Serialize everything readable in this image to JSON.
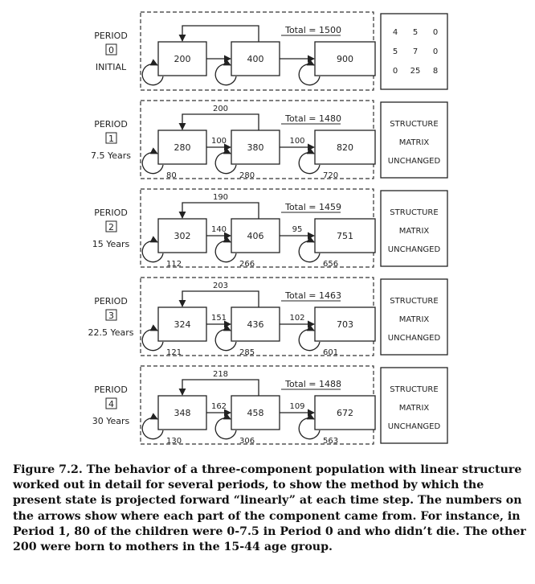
{
  "periods": [
    {
      "label": "PERIOD",
      "index": "0",
      "sub": "INITIAL",
      "total": "Total = 1500",
      "boxes": [
        "200",
        "400",
        "900"
      ],
      "top_flow": "",
      "flow_12": "",
      "flow_23": "",
      "survive_1": "",
      "survive_2": "",
      "survive_3": "",
      "matrix": {
        "type": "numbers",
        "rows": [
          [
            "4",
            "5",
            "0"
          ],
          [
            "5",
            "7",
            "0"
          ],
          [
            "0",
            "25",
            "8"
          ]
        ]
      }
    },
    {
      "label": "PERIOD",
      "index": "1",
      "sub": "7.5 Years",
      "total": "Total = 1480",
      "boxes": [
        "280",
        "380",
        "820"
      ],
      "top_flow": "200",
      "flow_12": "100",
      "flow_23": "100",
      "survive_1": "80",
      "survive_2": "280",
      "survive_3": "720",
      "matrix": {
        "type": "text",
        "lines": [
          "STRUCTURE",
          "MATRIX",
          "UNCHANGED"
        ]
      }
    },
    {
      "label": "PERIOD",
      "index": "2",
      "sub": "15 Years",
      "total": "Total = 1459",
      "boxes": [
        "302",
        "406",
        "751"
      ],
      "top_flow": "190",
      "flow_12": "140",
      "flow_23": "95",
      "survive_1": "112",
      "survive_2": "266",
      "survive_3": "656",
      "matrix": {
        "type": "text",
        "lines": [
          "STRUCTURE",
          "MATRIX",
          "UNCHANGED"
        ]
      }
    },
    {
      "label": "PERIOD",
      "index": "3",
      "sub": "22.5 Years",
      "total": "Total = 1463",
      "boxes": [
        "324",
        "436",
        "703"
      ],
      "top_flow": "203",
      "flow_12": "151",
      "flow_23": "102",
      "survive_1": "121",
      "survive_2": "285",
      "survive_3": "601",
      "matrix": {
        "type": "text",
        "lines": [
          "STRUCTURE",
          "MATRIX",
          "UNCHANGED"
        ]
      }
    },
    {
      "label": "PERIOD",
      "index": "4",
      "sub": "30 Years",
      "total": "Total = 1488",
      "boxes": [
        "348",
        "458",
        "672"
      ],
      "top_flow": "218",
      "flow_12": "162",
      "flow_23": "109",
      "survive_1": "130",
      "survive_2": "306",
      "survive_3": "563",
      "matrix": {
        "type": "text",
        "lines": [
          "STRUCTURE",
          "MATRIX",
          "UNCHANGED"
        ]
      }
    }
  ],
  "caption": "Figure 7.2. The behavior of a three-component population with linear structure worked out in detail for several periods, to show the method by which the present state is projected forward “linearly” at each time step. The numbers on the arrows show where each part of the component came from. For instance, in Period 1, 80 of the children were 0-7.5 in Period 0 and who didn’t die. The other 200 were born to mothers in the 15-44 age group."
}
